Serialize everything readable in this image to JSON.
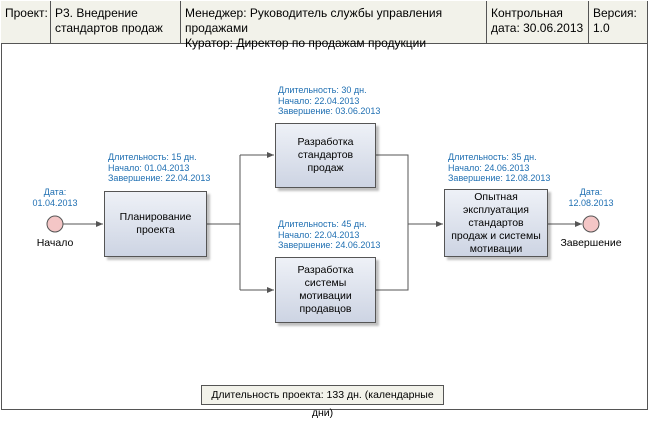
{
  "header": {
    "project_label": "Проект:",
    "project_name": "Р3. Внедрение стандартов продаж",
    "manager": "Менеджер: Руководитель службы управления продажами",
    "curator": "Куратор: Директор по продажам продукции",
    "control_label": "Контрольная",
    "control_date": "дата: 30.06.2013",
    "version_label": "Версия:",
    "version_value": "1.0"
  },
  "start": {
    "date_label": "Дата:",
    "date": "01.04.2013",
    "caption": "Начало"
  },
  "end": {
    "date_label": "Дата:",
    "date": "12.08.2013",
    "caption": "Завершение"
  },
  "tasks": [
    {
      "title": "Планирование проекта",
      "duration": "Длительность: 15 дн.",
      "start": "Начало: 01.04.2013",
      "finish": "Завершение: 22.04.2013"
    },
    {
      "title": "Разработка стандартов продаж",
      "duration": "Длительность: 30 дн.",
      "start": "Начало: 22.04.2013",
      "finish": "Завершение: 03.06.2013"
    },
    {
      "title": "Разработка системы мотивации продавцов",
      "duration": "Длительность: 45 дн.",
      "start": "Начало: 22.04.2013",
      "finish": "Завершение: 24.06.2013"
    },
    {
      "title": "Опытная эксплуатация стандартов продаж и системы мотивации",
      "duration": "Длительность: 35 дн.",
      "start": "Начало: 24.06.2013",
      "finish": "Завершение: 12.08.2013"
    }
  ],
  "footer": {
    "text": "Длительность проекта: 133 дн. (календарные дни)"
  },
  "colors": {
    "header_bg": "#f2f2ea",
    "label_blue": "#1f6fb2",
    "node_fill": "#f4c6c6",
    "box_top": "#eef1f7",
    "box_bottom": "#cdd4e3"
  }
}
